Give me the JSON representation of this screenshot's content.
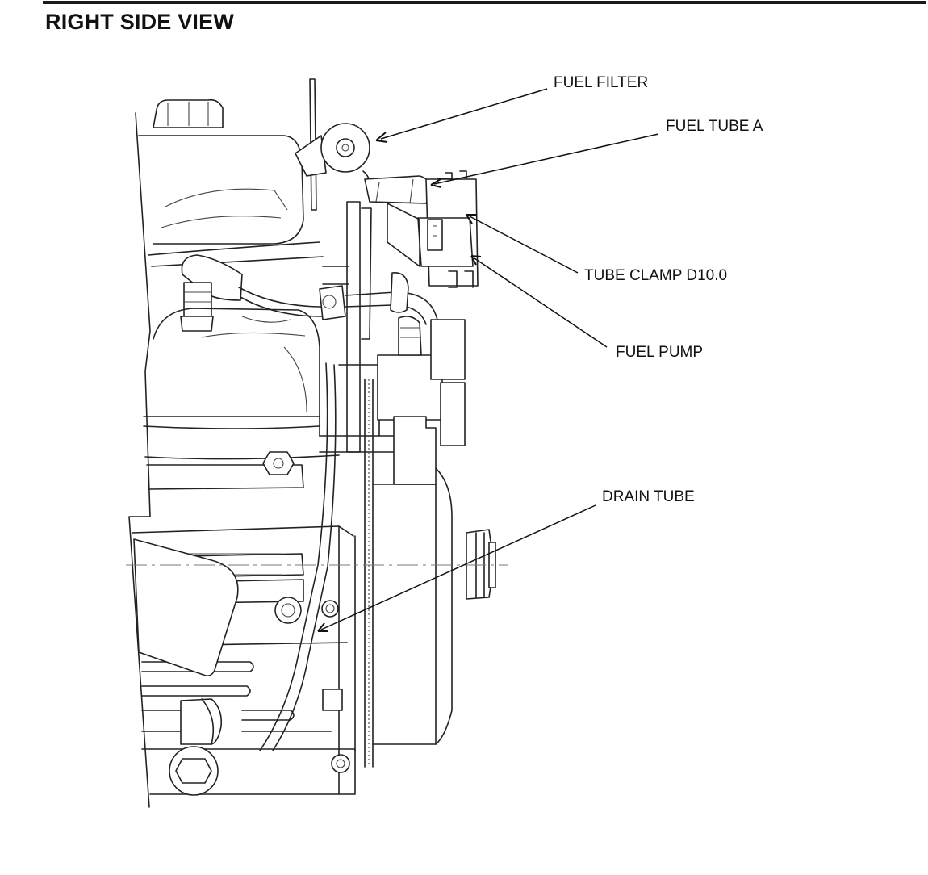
{
  "header": {
    "title": "RIGHT SIDE VIEW"
  },
  "callouts": {
    "fuel_filter": "FUEL FILTER",
    "fuel_tube_a": "FUEL TUBE A",
    "tube_clamp": "TUBE CLAMP D10.0",
    "fuel_pump": "FUEL PUMP",
    "drain_tube": "DRAIN TUBE"
  }
}
